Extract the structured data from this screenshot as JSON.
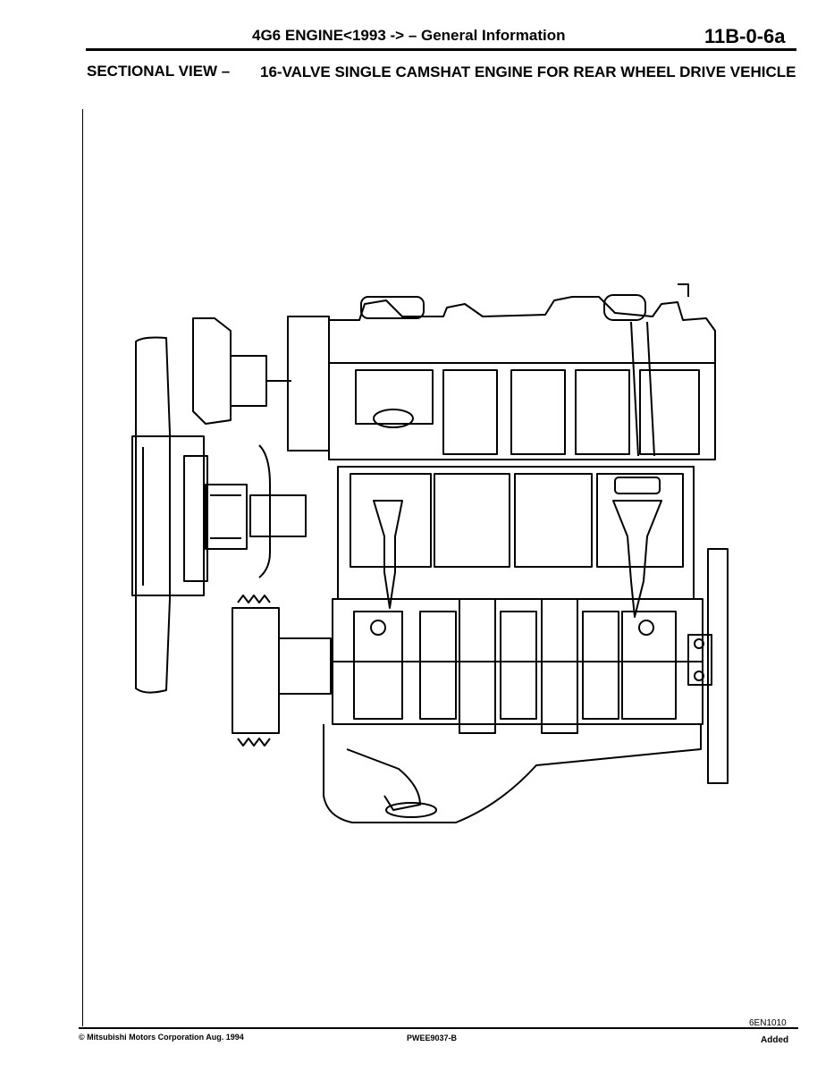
{
  "header": {
    "title": "4G6 ENGINE<1993 -> – General Information",
    "page_number": "11B-0-6a"
  },
  "section": {
    "label": "SECTIONAL VIEW –",
    "title": "16-VALVE SINGLE CAMSHAT ENGINE FOR REAR WHEEL DRIVE VEHICLE"
  },
  "figure": {
    "code": "6EN1010"
  },
  "footer": {
    "copyright": "© Mitsubishi Motors Corporation  Aug. 1994",
    "doc_code": "PWEE9037-B",
    "status": "Added"
  }
}
